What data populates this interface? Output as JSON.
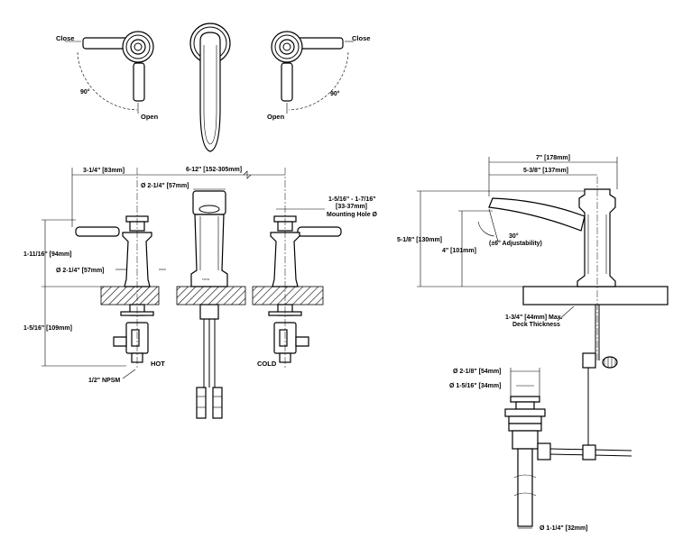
{
  "top_view": {
    "close_left": "Close",
    "close_right": "Close",
    "open_left": "Open",
    "open_right": "Open",
    "angle_left": "90°",
    "angle_right": "90°"
  },
  "front_view": {
    "dim_handle_offset": "3-1/4\" [83mm]",
    "dim_spread": "6-12\" [152-305mm]",
    "dim_spout_dia": "Ø 2-1/4\" [57mm]",
    "dim_base_dia": "Ø 2-1/4\" [57mm]",
    "dim_height_above": "1-11/16\" [94mm]",
    "dim_height_below": "1-5/16\" [109mm]",
    "mounting_hole_line1": "1-5/16\" - 1-7/16\"",
    "mounting_hole_line2": "[33-37mm]",
    "mounting_hole_line3": "Mounting Hole Ø",
    "hot_label": "HOT",
    "cold_label": "COLD",
    "npsm_label": "1/2\" NPSM",
    "brand_mark": "TOTO"
  },
  "side_view": {
    "dim_overall": "7\" [178mm]",
    "dim_reach": "5-3/8\" [137mm]",
    "dim_total_height": "5-1/8\" [130mm]",
    "dim_spout_height": "4\" [101mm]",
    "angle_label": "30°",
    "angle_sub": "(±6° Adjustability)",
    "deck_line1": "1-3/4\" [44mm] Max.",
    "deck_line2": "Deck Thickness"
  },
  "drain_view": {
    "dim_top_dia": "Ø 2-1/8\" [54mm]",
    "dim_inner_dia": "Ø 1-5/16\" [34mm]",
    "dim_tail_dia": "Ø 1-1/4\" [32mm]"
  }
}
